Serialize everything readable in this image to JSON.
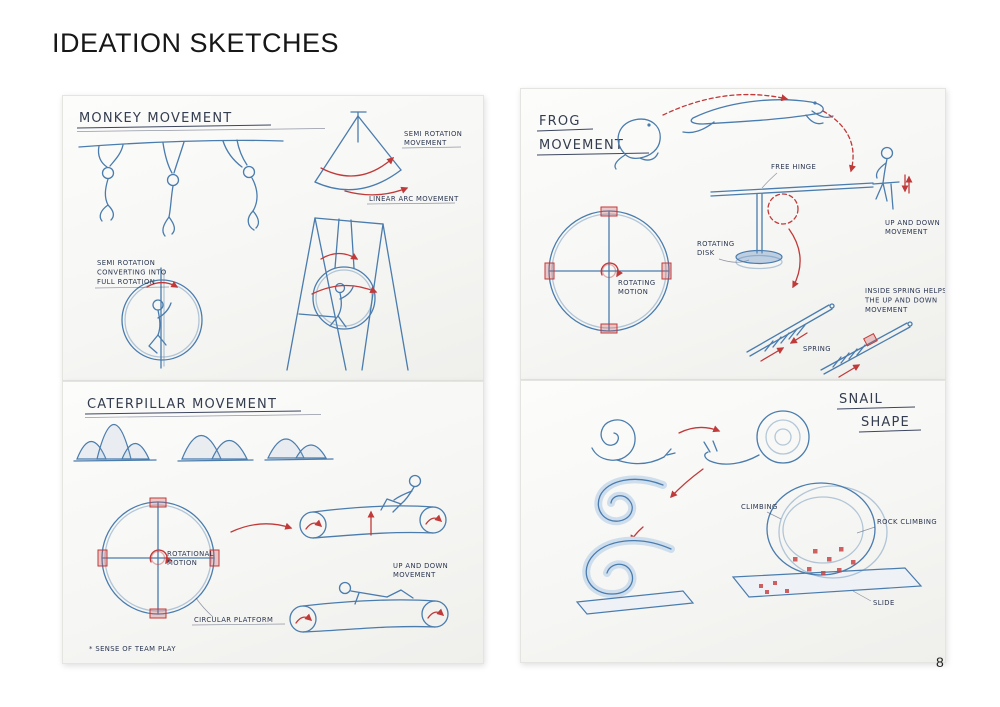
{
  "page": {
    "title": "IDEATION SKETCHES",
    "page_number": "8"
  },
  "sketches": {
    "monkey": {
      "title": "MONKEY MOVEMENT",
      "semi_rotation": [
        "SEMI ROTATION",
        "MOVEMENT"
      ],
      "linear_arc": "LINEAR ARC MOVEMENT",
      "semi_to_full": [
        "SEMI ROTATION",
        "CONVERTING INTO",
        "FULL ROTATION"
      ]
    },
    "caterpillar": {
      "title": "CATERPILLAR MOVEMENT",
      "rotational_motion": [
        "ROTATIONAL",
        "MOTION"
      ],
      "circular_platform": "CIRCULAR PLATFORM",
      "up_down": [
        "UP AND DOWN",
        "MOVEMENT"
      ],
      "team_play": "* SENSE OF TEAM PLAY"
    },
    "frog": {
      "title": [
        "FROG",
        "MOVEMENT"
      ],
      "free_hinge": "FREE HINGE",
      "rotating_disk": [
        "ROTATING",
        "DISK"
      ],
      "rotating_motion": [
        "ROTATING",
        "MOTION"
      ],
      "up_down": [
        "UP AND DOWN",
        "MOVEMENT"
      ],
      "spring": "SPRING",
      "spring_note": [
        "INSIDE SPRING HELPS",
        "THE UP AND DOWN",
        "MOVEMENT"
      ]
    },
    "snail": {
      "title": [
        "SNAIL",
        "SHAPE"
      ],
      "climbing": "CLIMBING",
      "rock_climbing": "ROCK CLIMBING",
      "slide": "SLIDE"
    }
  }
}
